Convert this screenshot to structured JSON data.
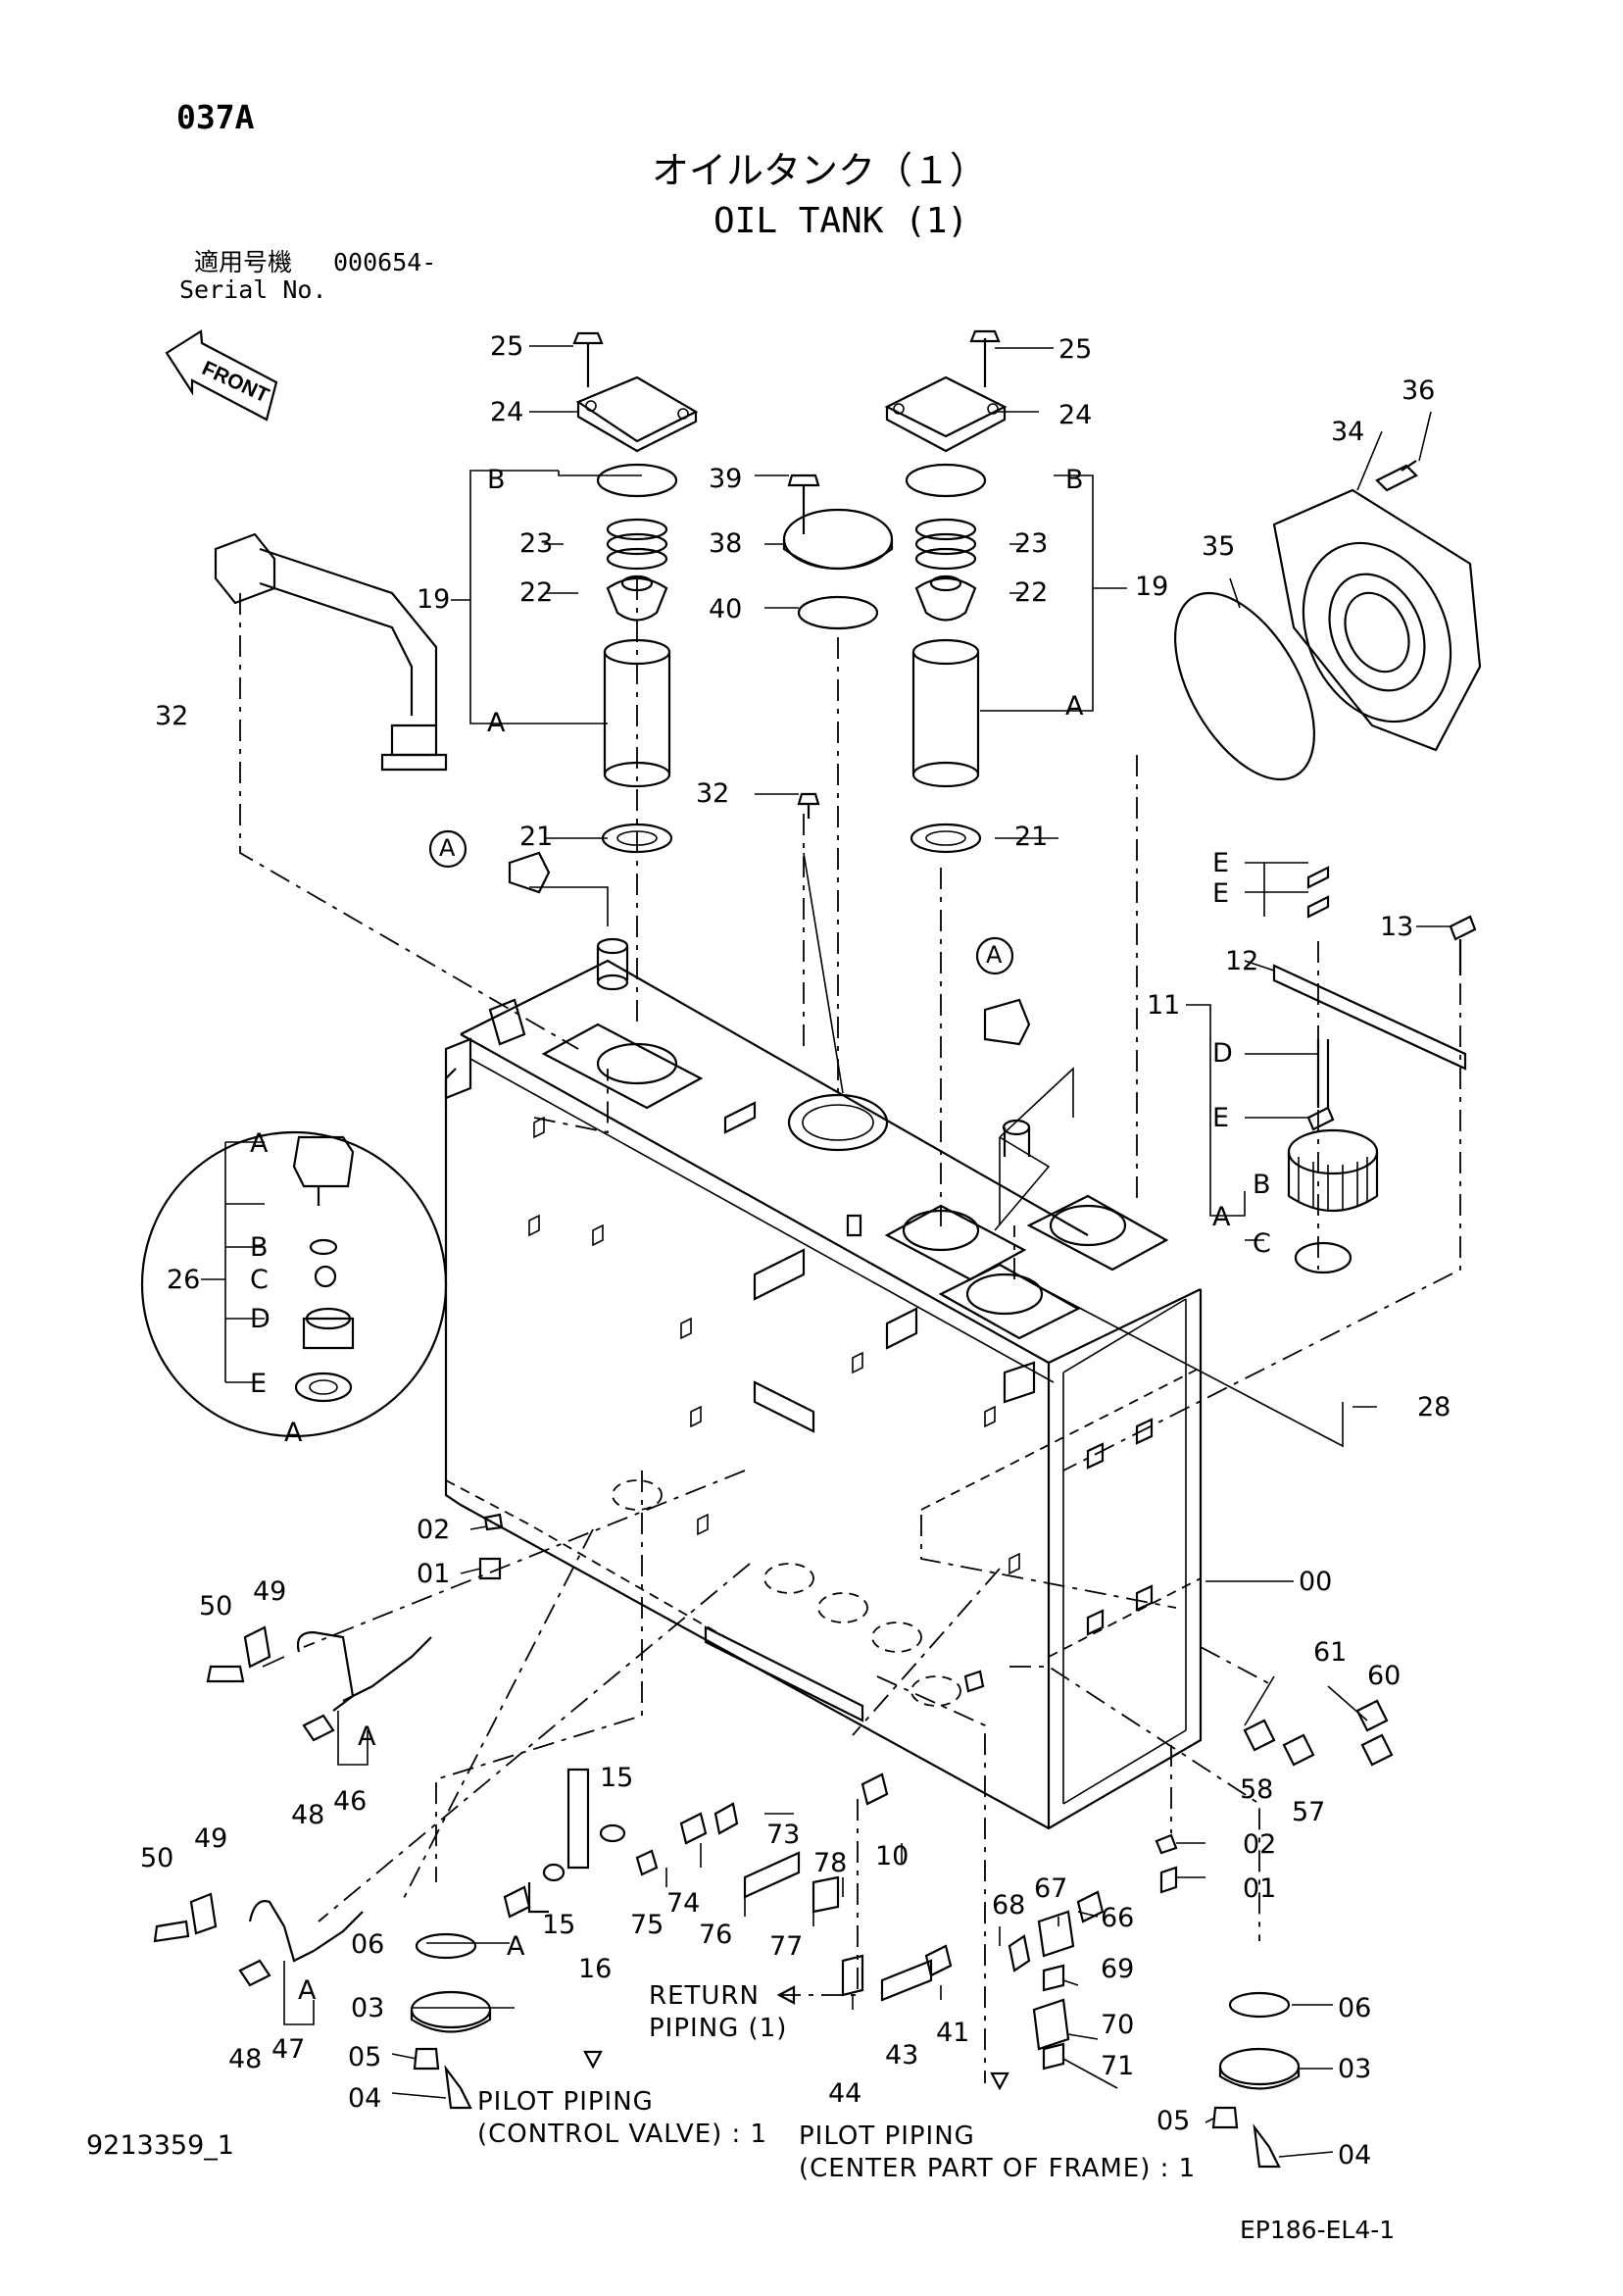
{
  "header": {
    "code": "037A",
    "title_jp": "オイルタンク（１）",
    "title_en": "OIL TANK (1)",
    "serial_label_jp": "適用号機",
    "serial_value": "000654-",
    "serial_label_en": "Serial No."
  },
  "front_marker": "FRONT",
  "detail_labels": {
    "circle_a": "A",
    "left": "A",
    "right": "A",
    "sub_a": "A",
    "sub_b": "B",
    "sub_c": "C",
    "sub_d": "D",
    "sub_e": "E"
  },
  "part_labels": [
    "25",
    "24",
    "25",
    "24",
    "36",
    "34",
    "B",
    "23",
    "22",
    "19",
    "A",
    "39",
    "38",
    "40",
    "B",
    "23",
    "22",
    "19",
    "A",
    "35",
    "32",
    "21",
    "32",
    "21",
    "E",
    "E",
    "13",
    "12",
    "11",
    "D",
    "E",
    "B",
    "A",
    "C",
    "26",
    "A",
    "B",
    "C",
    "D",
    "E",
    "A",
    "28",
    "02",
    "01",
    "00",
    "50",
    "49",
    "48",
    "46",
    "A",
    "61",
    "60",
    "58",
    "57",
    "15",
    "73",
    "78",
    "10",
    "02",
    "01",
    "50",
    "49",
    "75",
    "74",
    "76",
    "77",
    "A",
    "15",
    "16",
    "06",
    "68",
    "67",
    "66",
    "69",
    "06",
    "03",
    "70",
    "48",
    "47",
    "A",
    "05",
    "04",
    "41",
    "43",
    "71",
    "44",
    "03",
    "05",
    "04"
  ],
  "annotations": {
    "return_piping": "RETURN\nPIPING (1)",
    "pilot_control": "PILOT PIPING\n(CONTROL VALVE) : 1",
    "pilot_frame": "PILOT PIPING\n(CENTER PART OF FRAME) : 1"
  },
  "footer": {
    "doc_number": "9213359_1",
    "ref_code": "EP186-EL4-1"
  }
}
